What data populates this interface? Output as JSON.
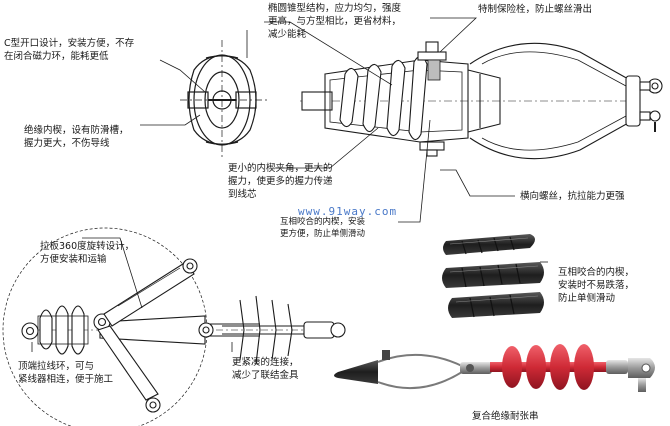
{
  "annotations": {
    "c_opening": "C型开口设计，安装方便，不存\n在闭合磁力环，能耗更低",
    "elliptical_cone": "椭圆锥型结构，应力均匀，强度\n更高，与方型相比，更省材料，\n减少能耗",
    "special_retainer": "特制保险栓，防止螺丝滑出",
    "insulated_wedge": "绝缘内楔，设有防滑槽，\n握力更大，不伤导线",
    "smaller_angle": "更小的内楔夹角，更大的\n握力，使更多的握力传递\n到线芯",
    "lateral_bolt": "横向螺丝，抗拉能力更强",
    "interlock_small": "互相咬合的内楔，安装\n更方便，防止单侧滑动",
    "pull_plate": "拉板360度旋转设计，\n方便安装和运输",
    "top_ring": "顶端拉线环，可与\n紧线器相连，便于施工",
    "compact_connection": "更紧凑的连接，\n减少了联结金具",
    "interlock_large": "互相咬合的内楔，\n安装时不易跌落，\n防止单侧滑动",
    "caption": "复合绝缘耐张串"
  },
  "watermark": "www.91way.com",
  "colors": {
    "line": "#1c1c1c",
    "wedge_dark": "#2b2b2b",
    "insulator_red": "#cf2a36",
    "watermark": "#4a79c8"
  }
}
